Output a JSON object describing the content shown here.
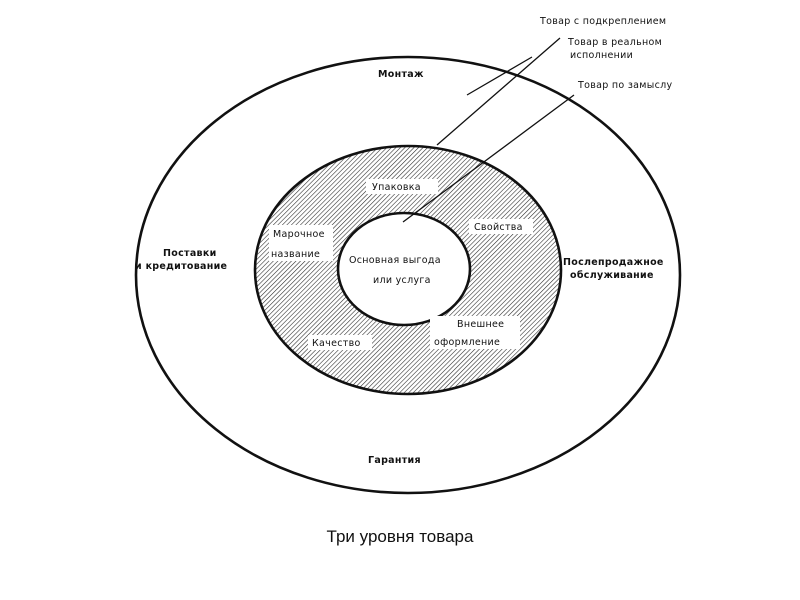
{
  "diagram": {
    "pointers": {
      "augmented": "Товар с подкреплением",
      "actual_line1": "Товар в реальном",
      "actual_line2": "исполнении",
      "core": "Товар по замыслу"
    },
    "outer_ring": {
      "top": "Монтаж",
      "left_line1": "Поставки",
      "left_line2": "и кредитование",
      "right_line1": "Послепродажное",
      "right_line2": "обслуживание",
      "bottom": "Гарантия"
    },
    "middle_ring": {
      "packaging": "Упаковка",
      "brand_line1": "Марочное",
      "brand_line2": "название",
      "properties": "Свойства",
      "design_line1": "Внешнее",
      "design_line2": "оформление",
      "quality": "Качество"
    },
    "core": {
      "line1": "Основная выгода",
      "line2": "или услуга"
    }
  },
  "caption": "Три уровня товара"
}
